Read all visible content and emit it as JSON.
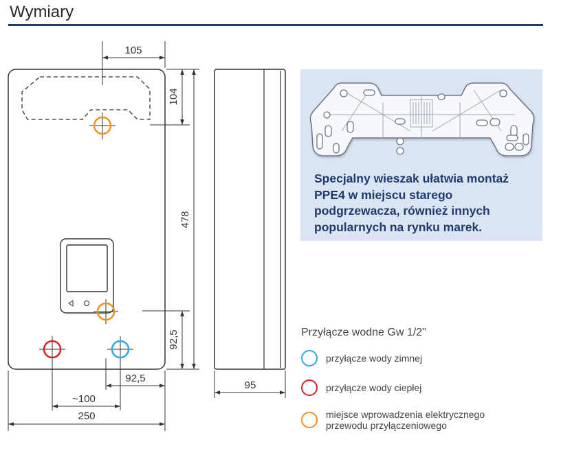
{
  "header": {
    "title": "Wymiary"
  },
  "dimensions": {
    "top_offset": "105",
    "top_height": "104",
    "total_height": "478",
    "bottom_connection_height": "92,5",
    "bottom_connection_width": "92,5",
    "connection_spacing": "~100",
    "total_width": "250",
    "depth": "95"
  },
  "info": {
    "text": "Specjalny wieszak ułatwia montaż PPE4 w miejscu starego podgrzewacza, również innych popularnych na rynku marek."
  },
  "legend": {
    "title": "Przyłącze wodne  Gw 1/2\"",
    "items": [
      {
        "label": "przyłącze wody zimnej",
        "color": "#29a8e0"
      },
      {
        "label": "przyłącze wody ciepłej",
        "color": "#d2232a"
      },
      {
        "label": "miejsce wprowadzenia elektrycznego przewodu przyłączeniowego",
        "color": "#f0901e"
      }
    ]
  },
  "colors": {
    "accent": "#1e3a6e",
    "panel": "#dbe4f3",
    "cold": "#29a8e0",
    "hot": "#d2232a",
    "electric": "#f0901e"
  }
}
